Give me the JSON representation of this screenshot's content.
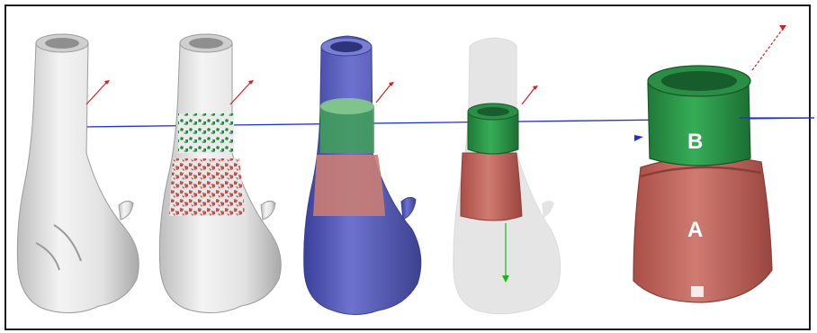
{
  "figure": {
    "stages": [
      {
        "id": "stage-1",
        "description_name": "full-bone"
      },
      {
        "id": "stage-2",
        "description_name": "bone-with-regions"
      },
      {
        "id": "stage-3",
        "description_name": "bone-with-blue-mask"
      },
      {
        "id": "stage-4",
        "description_name": "extracted-segment"
      },
      {
        "id": "stage-5",
        "description_name": "enlarged-segment"
      }
    ],
    "labels": {
      "region_b": "B",
      "region_a": "A"
    },
    "colors": {
      "bone": "#e9e9e9",
      "bone_shadow": "#b9b9b9",
      "green_region": "#2e9a4c",
      "red_region": "#c26a62",
      "blue_mask": "#5a5fc0",
      "axis_blue": "#2033c8",
      "axis_red": "#d42020",
      "axis_green": "#18b818",
      "frame": "#1a1a1a"
    }
  }
}
